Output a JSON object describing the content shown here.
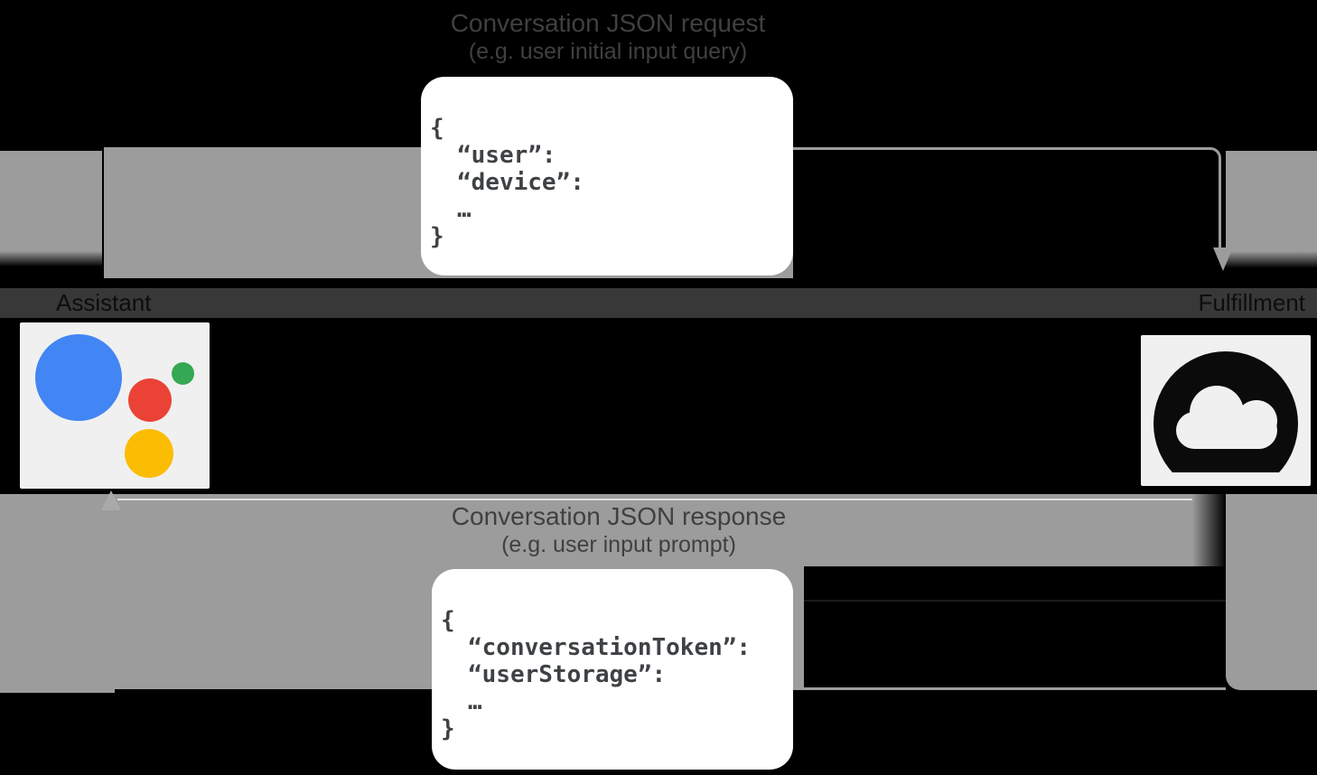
{
  "diagram": {
    "request_flow": {
      "title": "Conversation JSON request",
      "subtitle": "(e.g. user initial input query)",
      "payload": [
        "{",
        "“user”:",
        "“device”:",
        "…",
        "}"
      ]
    },
    "response_flow": {
      "title": "Conversation JSON response",
      "subtitle": "(e.g. user input prompt)",
      "payload": [
        "{",
        "“conversationToken”:",
        "“userStorage”:",
        "…",
        "}"
      ]
    },
    "actors": {
      "left": {
        "label": "Assistant",
        "icon": "google-assistant-logo"
      },
      "right": {
        "label": "Fulfillment",
        "icon": "cloud-icon"
      }
    },
    "colors": {
      "background": "#000000",
      "arrow_gray": "#9c9c9c",
      "label_band": "#383838",
      "caption_text": "#3e4042",
      "code_text": "#3f4245",
      "card_background": "#f0f0f0",
      "assistant_blue": "#4285f4",
      "assistant_red": "#ea4335",
      "assistant_yellow": "#fbbc04",
      "assistant_green": "#34a853",
      "cloud_icon_color": "#0b0b0b"
    }
  }
}
